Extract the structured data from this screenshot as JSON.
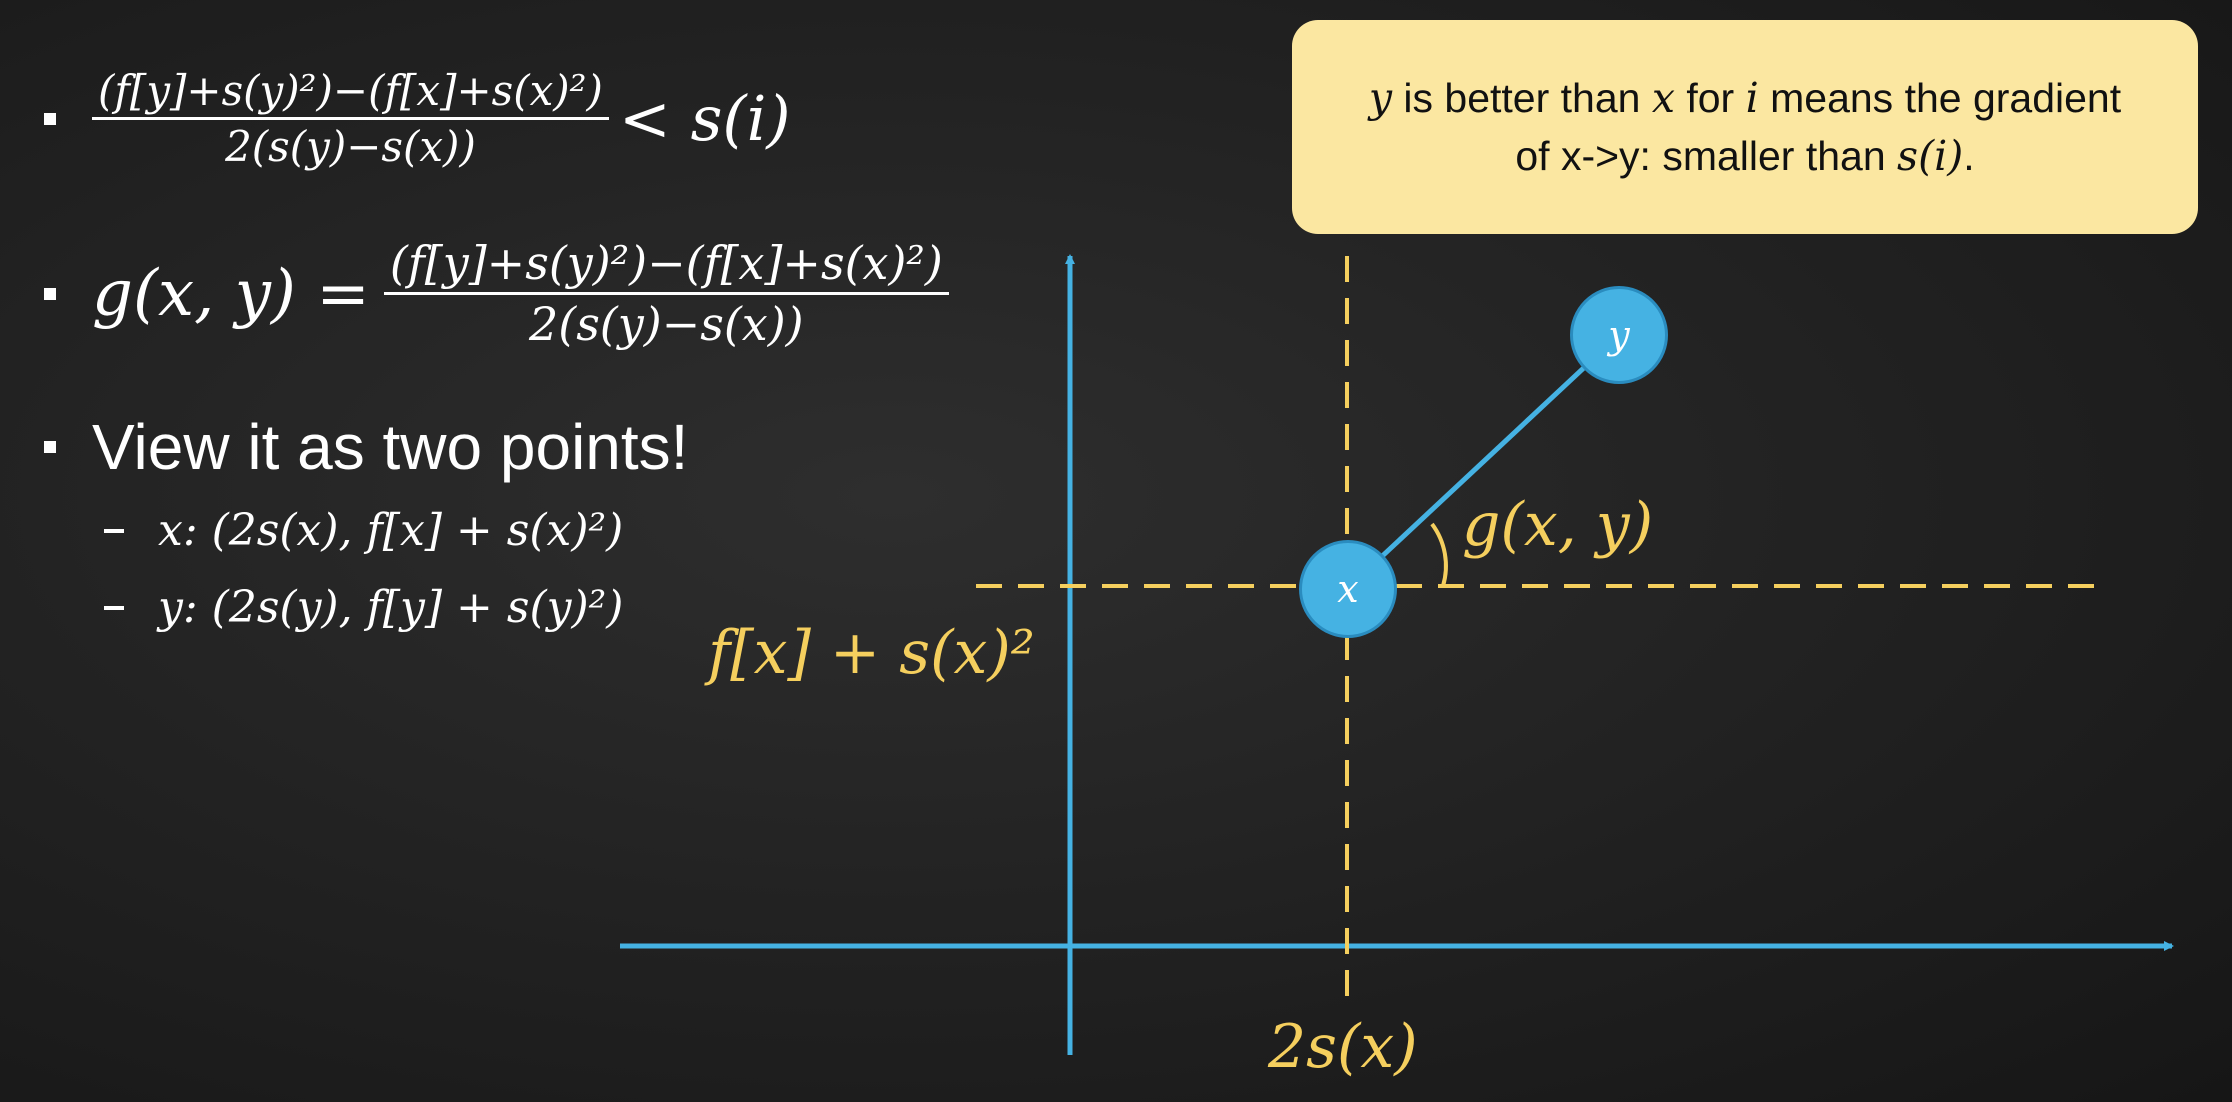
{
  "bullets": {
    "b1": {
      "numerator": "(f[y]+s(y)²)−(f[x]+s(x)²)",
      "denominator": "2(s(y)−s(x))",
      "relation": "< s(i)"
    },
    "b2": {
      "lhs": "g(x, y) =",
      "numerator": "(f[y]+s(y)²)−(f[x]+s(x)²)",
      "denominator": "2(s(y)−s(x))"
    },
    "b3": {
      "text": "View it as two points!",
      "sub1_var": "x",
      "sub1_value": ": (2s(x), f[x] + s(x)²)",
      "sub2_var": "y",
      "sub2_value": ": (2s(y), f[y] + s(y)²)"
    }
  },
  "callout": {
    "line1_var_y": "y",
    "line1_mid": " is better than ",
    "line1_var_x": "x",
    "line1_for": " for ",
    "line1_var_i": "i",
    "line1_end": " means the gradient",
    "line2_start": "of x->y: smaller than ",
    "line2_math": "s(i)",
    "line2_end": "."
  },
  "diagram": {
    "y_label": "f[x] + s(x)²",
    "x_label": "2s(x)",
    "angle_label": "g(x, y)",
    "point_x": "x",
    "point_y": "y",
    "colors": {
      "axis": "#45b2e3",
      "guide": "#f5cf5e",
      "node": "#45b2e3",
      "callout": "#fbe7a1"
    }
  }
}
